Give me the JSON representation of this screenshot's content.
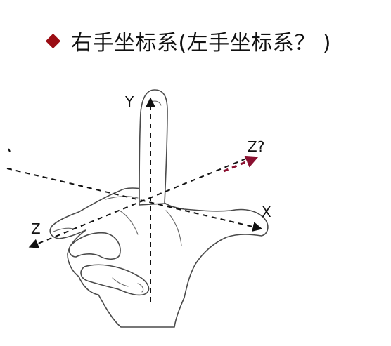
{
  "title": {
    "text": "右手坐标系(左手坐标系？ )",
    "bullet_color": "#9b0d14"
  },
  "diagram": {
    "axis_labels": {
      "y": "Y",
      "x": "X",
      "z": "Z",
      "z_question": "Z?"
    },
    "colors": {
      "axis": "#111111",
      "z_question_arrow": "#8a1030",
      "hand_outline": "#4a4a4a"
    }
  }
}
